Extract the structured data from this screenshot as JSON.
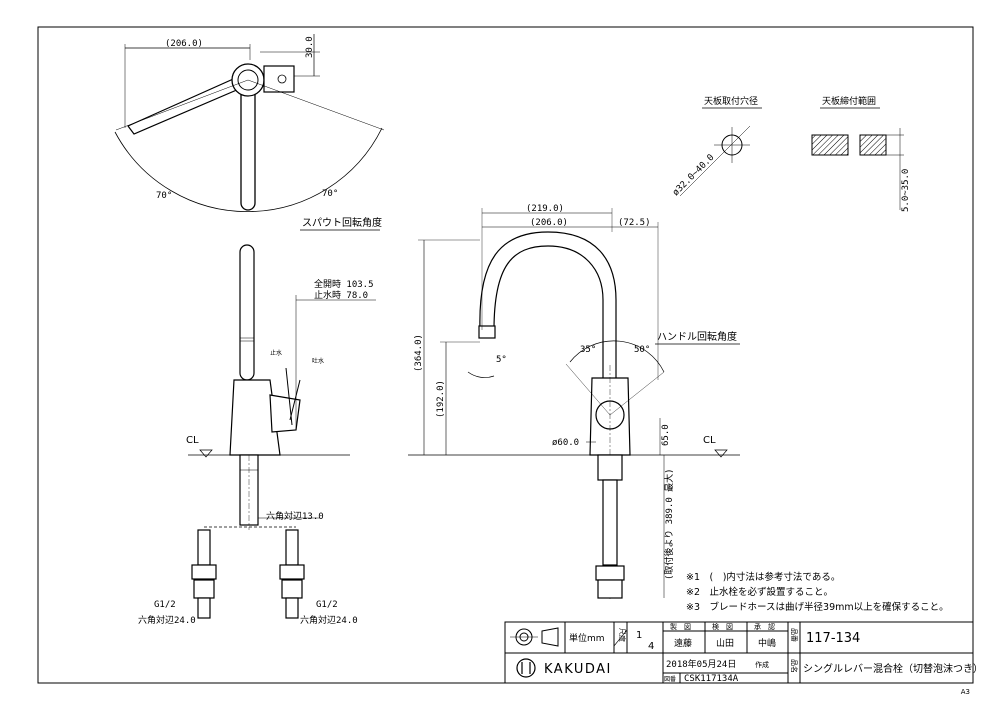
{
  "sheet_size": "A3",
  "labels": {
    "spout_rotation": "スパウト回転角度",
    "handle_rotation": "ハンドル回転角度",
    "counter_hole": "天板取付穴径",
    "counter_range": "天板締付範囲",
    "cl_left": "CL",
    "cl_right": "CL",
    "stop_water": "止水",
    "spout_water": "吐水"
  },
  "dimensions": {
    "top_width": "(206.0)",
    "top_offset": "30.0",
    "angle_left": "70°",
    "angle_right": "70°",
    "full_open": "全開時 103.5",
    "stop_pos": "止水時 78.0",
    "overall_width": "(219.0)",
    "spout_reach": "(206.0)",
    "handle_depth": "(72.5)",
    "height_total": "(364.0)",
    "height_outlet": "(192.0)",
    "angle_5": "5°",
    "angle_35": "35°",
    "angle_50": "50°",
    "base_dia": "ø60.0",
    "base_height": "65.0",
    "hole_dia": "ø32.0~40.0",
    "clamp_range": "5.0~35.0",
    "hose_length": "(取付後より 389.0 最大)",
    "hex_13": "六角対辺13.0",
    "g_left": "G1/2",
    "g_right": "G1/2",
    "hex_24_left": "六角対辺24.0",
    "hex_24_right": "六角対辺24.0"
  },
  "notes": [
    "※1　(　)内寸法は参考寸法である。",
    "※2　止水栓を必ず設置すること。",
    "※3　ブレードホースは曲げ半径39mm以上を確保すること。"
  ],
  "title_block": {
    "unit_label": "単位mm",
    "scale_label": "尺度",
    "scale_num": "1",
    "scale_den": "4",
    "header_made": "製　図",
    "header_check": "検　図",
    "header_approve": "承　認",
    "made_by": "遠藤",
    "checked_by": "山田",
    "approved_by": "中嶋",
    "number_label": "品番",
    "product_number": "117-134",
    "date": "2018年05月24日",
    "date_suffix": "作成",
    "drawing_no_label": "図番",
    "drawing_no": "CSK117134A",
    "name_label": "品名",
    "product_name": "シングルレバー混合栓（切替泡沫つき）",
    "brand": "KAKUDAI"
  }
}
